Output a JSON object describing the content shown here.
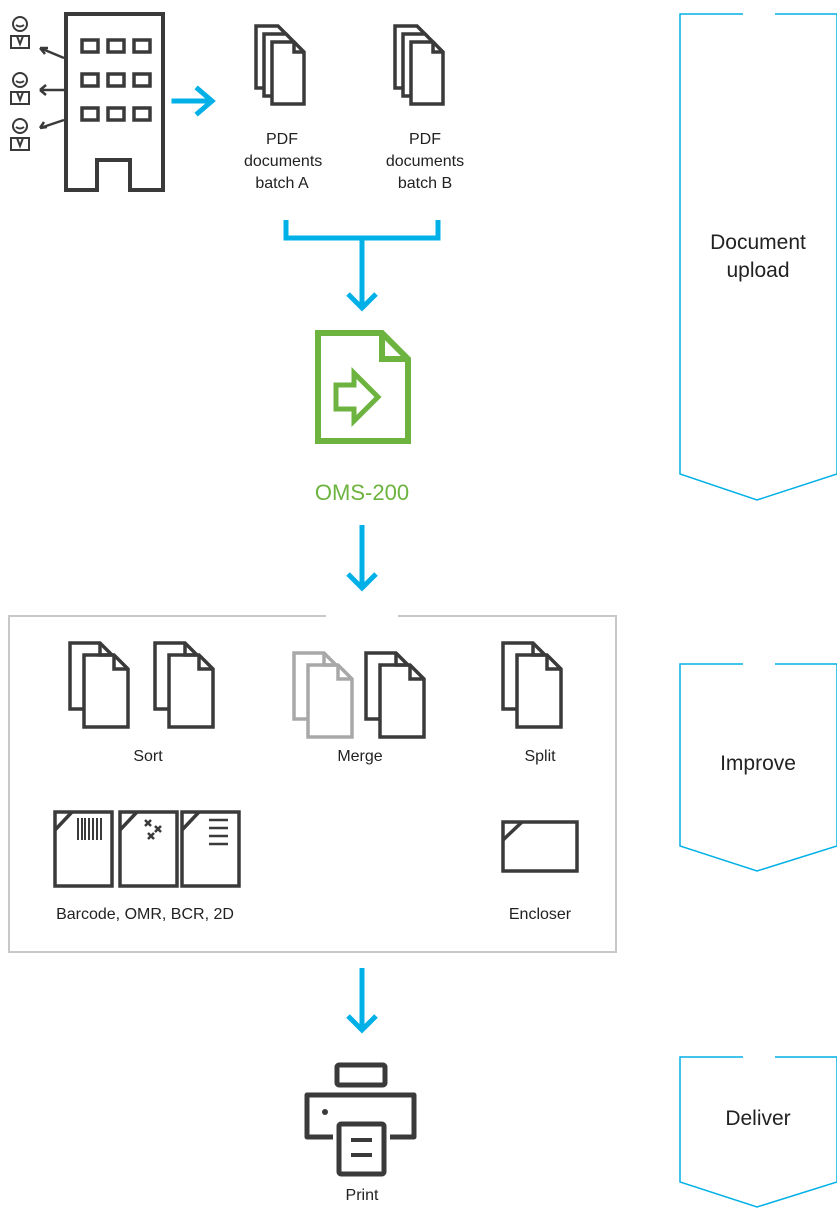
{
  "colors": {
    "arrow": "#00b0e6",
    "icon": "#3a3a3a",
    "accent_green": "#6db33f",
    "merge_grey": "#a8a8a8",
    "box_border": "#c8c8c8"
  },
  "top": {
    "batch_a_label": "PDF documents batch A",
    "batch_b_label": "PDF documents batch B",
    "converter_label": "OMS-200"
  },
  "improve_box": {
    "sort_label": "Sort",
    "merge_label": "Merge",
    "split_label": "Split",
    "barcode_label": "Barcode, OMR, BCR, 2D",
    "encloser_label": "Encloser"
  },
  "bottom": {
    "print_label": "Print"
  },
  "stages": [
    {
      "label": "Document upload"
    },
    {
      "label": "Improve"
    },
    {
      "label": "Deliver"
    }
  ],
  "icons": [
    "user-icon",
    "building-icon",
    "documents-icon",
    "file-convert-icon",
    "printer-icon"
  ]
}
